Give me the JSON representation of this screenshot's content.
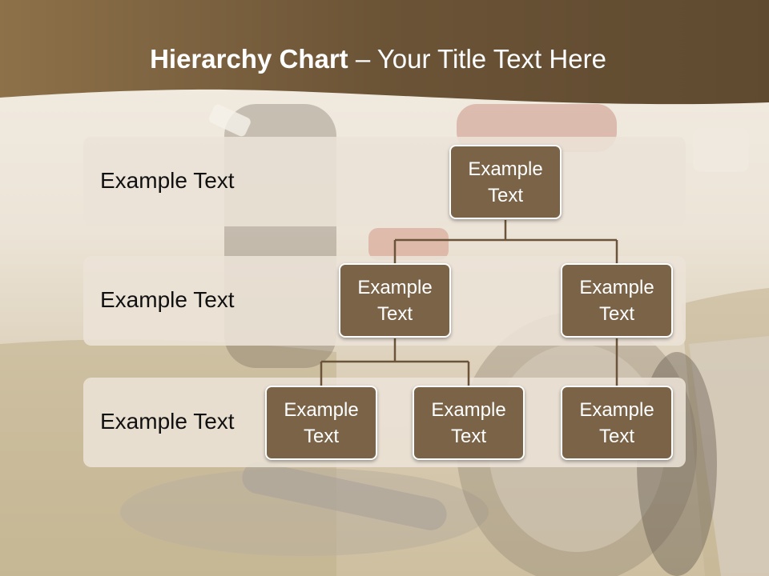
{
  "slide": {
    "title_bold": "Hierarchy Chart",
    "title_rest": " – Your Title Text Here"
  },
  "rows": [
    {
      "label": "Example Text"
    },
    {
      "label": "Example Text"
    },
    {
      "label": "Example Text"
    }
  ],
  "nodes": {
    "root": "Example Text",
    "level2_left": "Example Text",
    "level2_right": "Example Text",
    "level3_left": "Example Text",
    "level3_middle": "Example Text",
    "level3_right": "Example Text"
  },
  "colors": {
    "header_brown": "#6e563a",
    "node_fill": "#7a6347",
    "connector": "#6b543a",
    "band_fill": "#ece3d7"
  }
}
